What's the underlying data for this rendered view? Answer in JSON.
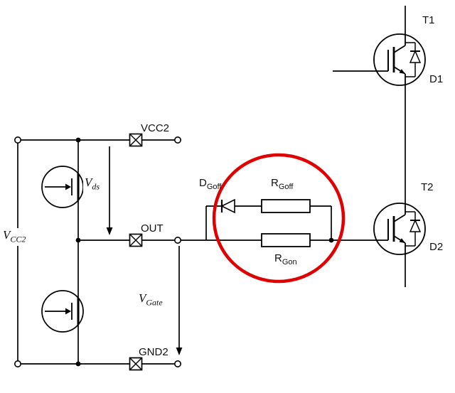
{
  "diagram": {
    "colors": {
      "wire": "#000000",
      "highlight": "#e10000"
    },
    "terminals": {
      "vcc2": "VCC2",
      "out": "OUT",
      "gnd2": "GND2"
    },
    "labels": {
      "v_cc2": {
        "base": "V",
        "sub": "CC2"
      },
      "v_ds": {
        "base": "V",
        "sub": "ds"
      },
      "v_gate": {
        "base": "V",
        "sub": "Gate"
      },
      "d_goff": {
        "base": "D",
        "sub": "Goff"
      },
      "r_goff": {
        "base": "R",
        "sub": "Goff"
      },
      "r_gon": {
        "base": "R",
        "sub": "Gon"
      },
      "t1": "T1",
      "d1": "D1",
      "t2": "T2",
      "d2": "D2"
    }
  }
}
